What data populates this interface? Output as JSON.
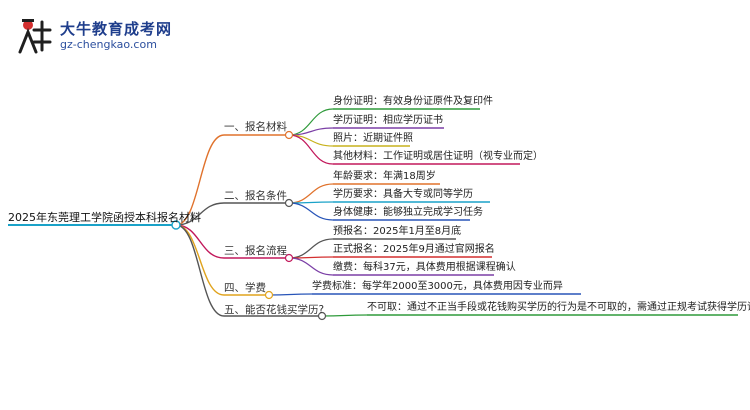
{
  "logo": {
    "title": "大牛教育成考网",
    "url": "gz-chengkao.com",
    "icon": "cartoon-student-mascot"
  },
  "root": "2025年东莞理工学院函授本科报名材料",
  "branches": [
    {
      "label": "一、报名材料",
      "color": "#e0722c",
      "leaves": [
        {
          "text": "身份证明：有效身份证原件及复印件",
          "color": "#2e9a3a"
        },
        {
          "text": "学历证明：相应学历证书",
          "color": "#7b3fa6"
        },
        {
          "text": "照片：近期证件照",
          "color": "#c7b21d"
        },
        {
          "text": "其他材料：工作证明或居住证明（视专业而定）",
          "color": "#c2185b"
        }
      ]
    },
    {
      "label": "二、报名条件",
      "color": "#555555",
      "leaves": [
        {
          "text": "年龄要求：年满18周岁",
          "color": "#e0722c"
        },
        {
          "text": "学历要求：具备大专或同等学历",
          "color": "#1aa2c8"
        },
        {
          "text": "身体健康：能够独立完成学习任务",
          "color": "#2855b8"
        }
      ]
    },
    {
      "label": "三、报名流程",
      "color": "#c2185b",
      "leaves": [
        {
          "text": "预报名：2025年1月至8月底",
          "color": "#555555"
        },
        {
          "text": "正式报名：2025年9月通过官网报名",
          "color": "#d32f2f"
        },
        {
          "text": "缴费：每科37元，具体费用根据课程确认",
          "color": "#7b3fa6"
        }
      ]
    },
    {
      "label": "四、学费",
      "color": "#e0a31d",
      "leaves": [
        {
          "text": "学费标准：每学年2000至3000元，具体费用因专业而异",
          "color": "#2855b8"
        }
      ]
    },
    {
      "label": "五、能否花钱买学历?",
      "color": "#555555",
      "leaves": [
        {
          "text": "不可取：通过不正当手段或花钱购买学历的行为是不可取的，需通过正规考试获得学历证书。",
          "color": "#2e9a3a"
        }
      ]
    }
  ]
}
